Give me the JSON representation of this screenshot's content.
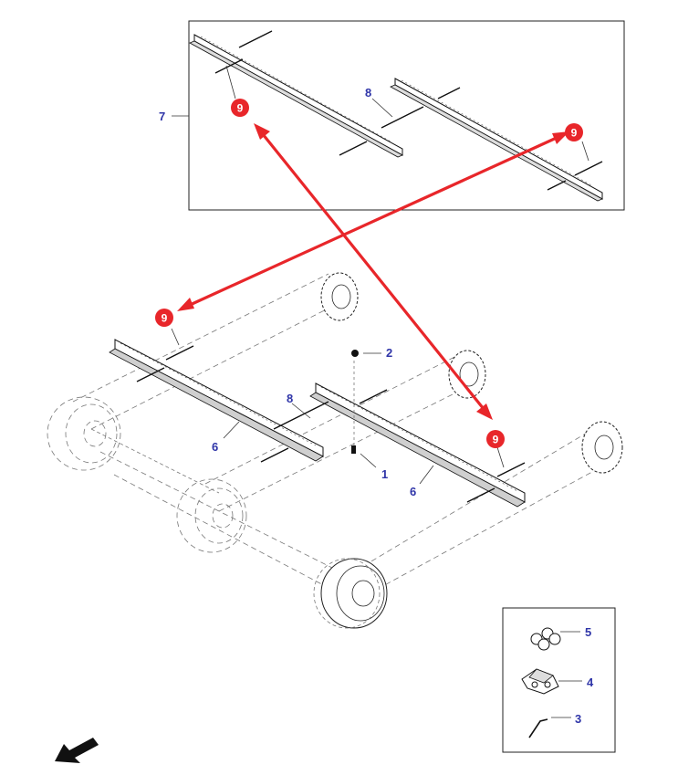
{
  "callouts": {
    "c1": "1",
    "c2": "2",
    "c3": "3",
    "c4": "4",
    "c5": "5",
    "c6a": "6",
    "c6b": "6",
    "c7": "7",
    "c8a": "8",
    "c8b": "8",
    "b9a": "9",
    "b9b": "9",
    "b9c": "9",
    "b9d": "9"
  },
  "colors": {
    "callout_text": "#2f35a8",
    "highlight_red": "#e8262a",
    "line": "#111111"
  },
  "icons": {
    "direction": "arrow-down-left-icon"
  }
}
